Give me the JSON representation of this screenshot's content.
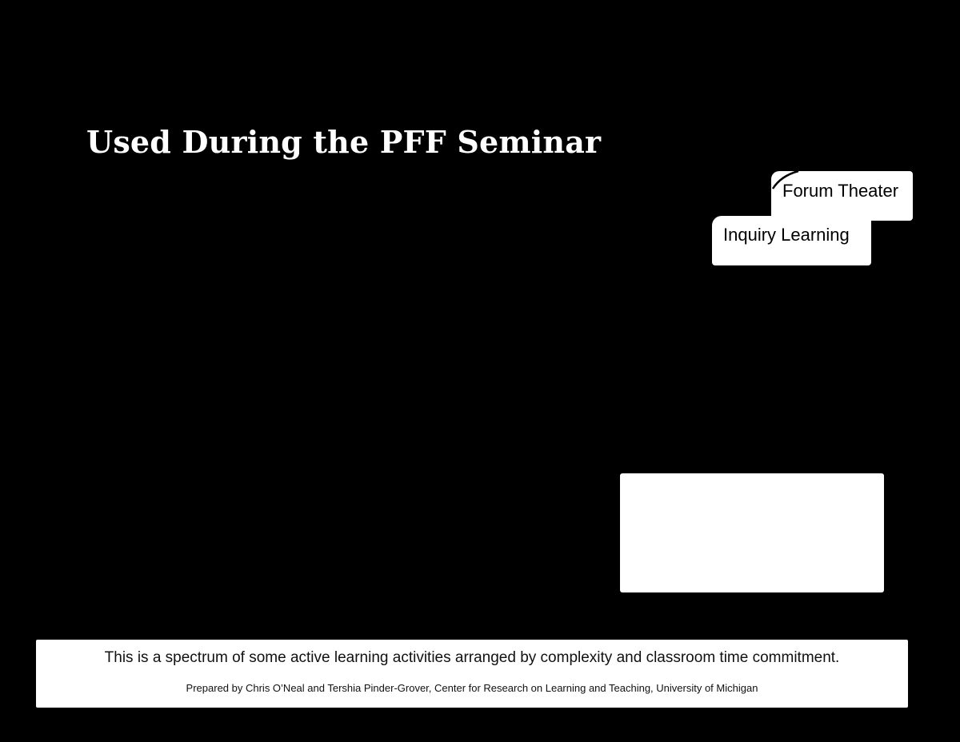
{
  "title": "Used During the PFF Seminar",
  "activities": [
    {
      "label": "Forum Theater"
    },
    {
      "label": "Inquiry Learning"
    }
  ],
  "blank_box": {
    "label": ""
  },
  "footer": {
    "description": "This is a spectrum of some active learning activities arranged by complexity and classroom time commitment.",
    "credit": "Prepared by Chris O’Neal and Tershia Pinder-Grover, Center for Research on Learning and Teaching, University of Michigan"
  },
  "colors": {
    "background": "#000000",
    "box": "#ffffff",
    "text": "#000000",
    "title": "#ffffff"
  }
}
